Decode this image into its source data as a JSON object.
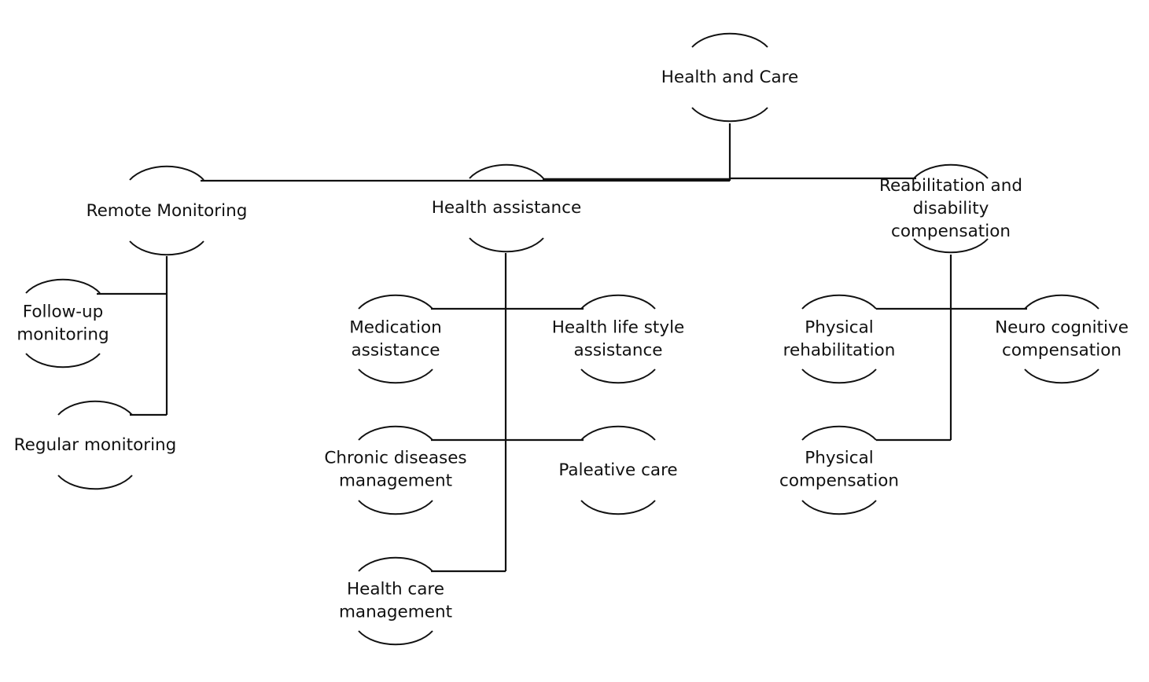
{
  "nodes": {
    "root": {
      "lines": [
        "Health and Care"
      ]
    },
    "remote": {
      "lines": [
        "Remote Monitoring"
      ]
    },
    "followup": {
      "lines": [
        "Follow-up",
        "monitoring"
      ]
    },
    "regular": {
      "lines": [
        "Regular monitoring"
      ]
    },
    "assist": {
      "lines": [
        "Health assistance"
      ]
    },
    "medication": {
      "lines": [
        "Medication",
        "assistance"
      ]
    },
    "lifestyle": {
      "lines": [
        "Health life style",
        "assistance"
      ]
    },
    "chronic": {
      "lines": [
        "Chronic diseases",
        "management"
      ]
    },
    "paleative": {
      "lines": [
        "Paleative care"
      ]
    },
    "hcm": {
      "lines": [
        "Health care",
        "management"
      ]
    },
    "rehab": {
      "lines": [
        "Reabilitation and",
        "disability",
        "compensation"
      ]
    },
    "physrehab": {
      "lines": [
        "Physical",
        "rehabilitation"
      ]
    },
    "neuro": {
      "lines": [
        "Neuro cognitive",
        "compensation"
      ]
    },
    "physcomp": {
      "lines": [
        "Physical",
        "compensation"
      ]
    }
  }
}
